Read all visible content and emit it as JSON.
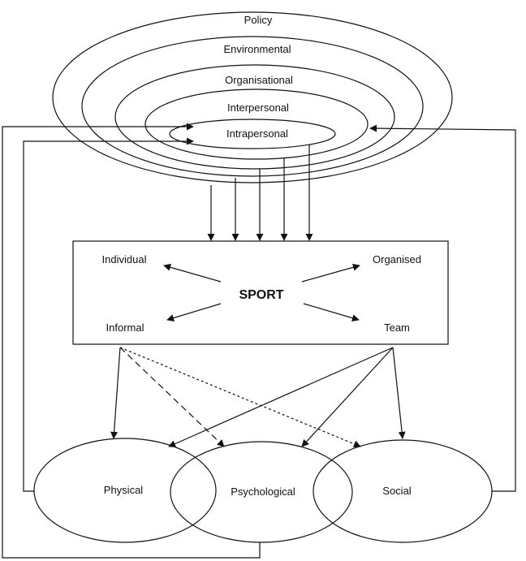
{
  "levels": {
    "policy": "Policy",
    "environmental": "Environmental",
    "organisational": "Organisational",
    "interpersonal": "Interpersonal",
    "intrapersonal": "Intrapersonal"
  },
  "sport": {
    "title": "SPORT",
    "individual": "Individual",
    "organised": "Organised",
    "informal": "Informal",
    "team": "Team"
  },
  "outcomes": {
    "physical": "Physical",
    "psychological": "Psychological",
    "social": "Social"
  }
}
